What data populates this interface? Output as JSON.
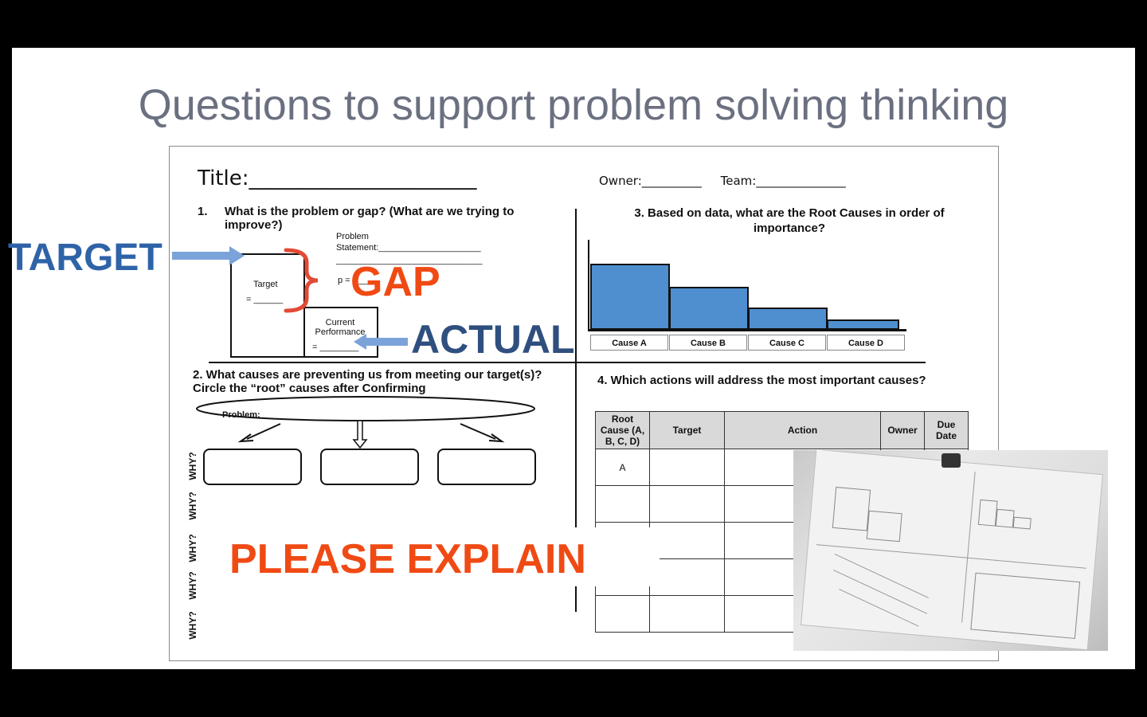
{
  "slide": {
    "title": "Questions to support problem solving thinking"
  },
  "worksheet": {
    "title_field": "Title:______________________",
    "owner_team": "Owner:__________     Team:_______________",
    "q1_number": "1.",
    "q1_text": "What is the problem or gap? (What are we trying to improve?)",
    "problem_label": "Problem",
    "problem_statement": "Statement:_____________________",
    "problem_line2": "______________________________",
    "target_label": "Target",
    "target_eq": "= ______",
    "gap_partial": "p = ____",
    "current_label": "Current Performance",
    "current_eq": "= ________",
    "q2_text": "2.  What causes are preventing us from meeting our target(s)? Circle the “root” causes after Confirming",
    "problem_oval_label": "Problem:",
    "why_labels": [
      "WHY?",
      "WHY?",
      "WHY?",
      "WHY?",
      "WHY?"
    ],
    "q3_text": "3.  Based on data, what are the Root Causes in order of importance?",
    "q4_text": "4.  Which actions will address the most important causes?",
    "table_headers": [
      "Root Cause (A, B, C, D)",
      "Target",
      "Action",
      "Owner",
      "Due Date"
    ],
    "table_first_cell": "A"
  },
  "chart_data": {
    "type": "bar",
    "categories": [
      "Cause A",
      "Cause B",
      "Cause C",
      "Cause D"
    ],
    "values": [
      4,
      2.6,
      1.3,
      0.6
    ],
    "title": "",
    "xlabel": "",
    "ylabel": "",
    "grid": false
  },
  "annotations": {
    "target": "TARGET",
    "gap": "GAP",
    "actual": "ACTUAL",
    "please_explain": "PLEASE EXPLAIN"
  },
  "colors": {
    "annotation_blue": "#2f63a8",
    "annotation_orange": "#f04a14",
    "arrow_blue": "#7ba3d9",
    "bar_fill": "#4f8fd0",
    "title_gray": "#6b7080"
  }
}
